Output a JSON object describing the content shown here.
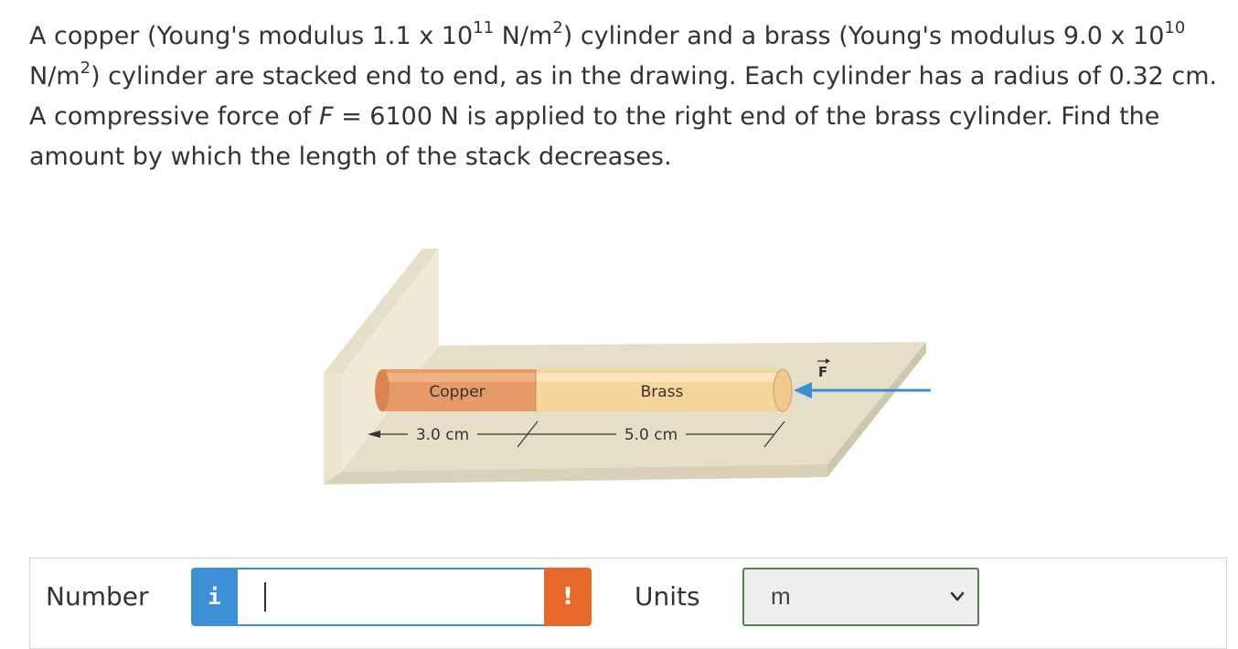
{
  "question": {
    "p1": "A copper (Young's modulus 1.1 x 10",
    "exp1": "11",
    "p2": " N/m",
    "exp2": "2",
    "p3": ") cylinder and a brass (Young's modulus 9.0 x 10",
    "exp3": "10",
    "p4": " N/m",
    "exp4": "2",
    "p5": ") cylinder are stacked end to end, as in the drawing. Each cylinder has a radius of 0.32 cm. A compressive force of ",
    "force_symbol": "F",
    "p6": " = 6100 N is applied to the right end of the brass cylinder. Find the amount by which the length of the stack decreases."
  },
  "figure": {
    "copper_label": "Copper",
    "brass_label": "Brass",
    "copper_length": "3.0 cm",
    "brass_length": "5.0 cm",
    "force_label": "F",
    "colors": {
      "wall": "#f0e9d6",
      "floor": "#e6dfc8",
      "copper": "#e59a68",
      "brass": "#f6d59a",
      "arrow": "#3b8fd4"
    }
  },
  "answer": {
    "number_label": "Number",
    "info_icon": "i",
    "number_value": "",
    "alert_icon": "!",
    "units_label": "Units",
    "units_selected": "m"
  }
}
